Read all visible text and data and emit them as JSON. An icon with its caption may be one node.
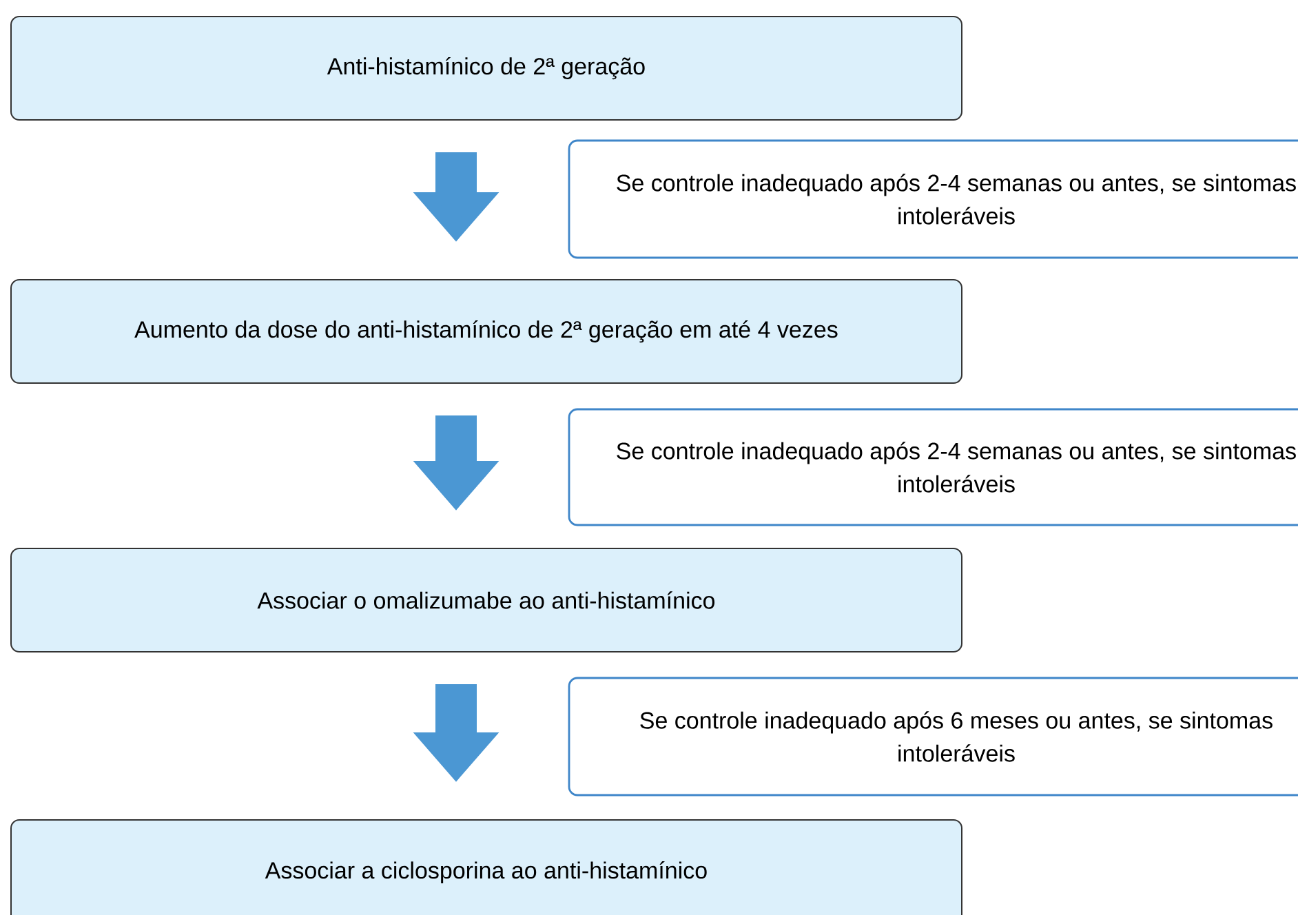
{
  "diagram": {
    "nodes": [
      {
        "text": [
          "Anti-histamínico de 2ª geração"
        ]
      },
      {
        "text": [
          "Se controle inadequado após 2-4 semanas ou antes, se sintomas intoleráveis"
        ]
      },
      {
        "text": [
          "Aumento da dose do anti-histamínico de 2ª geração em até 4 vezes"
        ]
      },
      {
        "text": [
          "Se controle inadequado após 2-4 semanas ou antes, se sintomas intoleráveis"
        ]
      },
      {
        "text": [
          "Associar o omalizumabe ao anti-histamínico"
        ]
      },
      {
        "text": [
          "Se controle inadequado após 6 meses ou antes, se sintomas intoleráveis"
        ]
      },
      {
        "text": [
          "Associar a ciclosporina ao anti-histamínico"
        ]
      }
    ],
    "edges": [
      {
        "from": 0,
        "to": 2,
        "arrow": "to"
      },
      {
        "from": 2,
        "to": 4,
        "arrow": "to"
      },
      {
        "from": 4,
        "to": 6,
        "arrow": "to"
      }
    ]
  }
}
